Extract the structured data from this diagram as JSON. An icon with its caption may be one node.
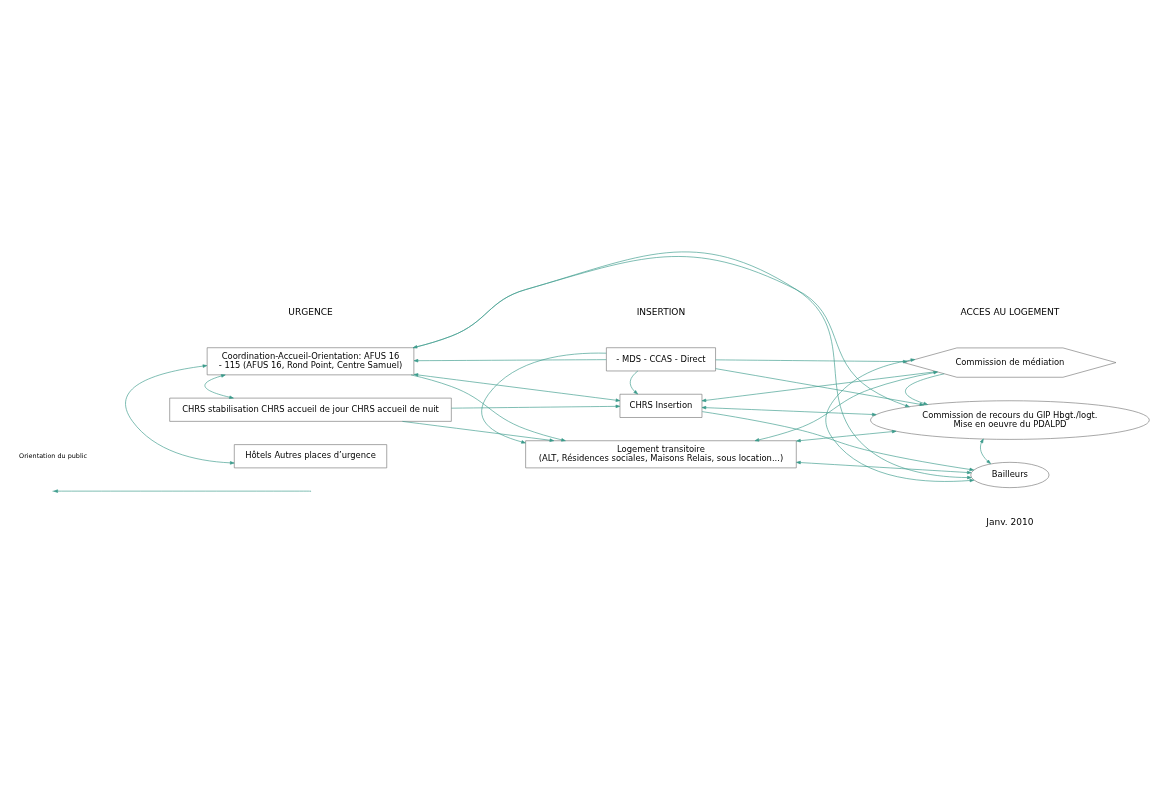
{
  "diagram": {
    "nodes": [
      {
        "text": [
          "- MDS - CCAS - Direct"
        ]
      },
      {
        "text": [
          "Coordination-Accueil-Orientation: AFUS 16",
          "- 115 (AFUS 16, Rond Point, Centre Samuel)"
        ]
      },
      {
        "text": [
          "Commission de médiation"
        ]
      },
      {
        "text": [
          "CHRS Insertion"
        ]
      },
      {
        "text": [
          "CHRS stabilisation CHRS accueil de jour CHRS accueil de nuit"
        ]
      },
      {
        "text": [
          "Logement transitoire",
          "(ALT, Résidences sociales, Maisons Relais, sous location...)"
        ]
      },
      {
        "text": [
          "Commission de recours du GIP Hbgt./logt.",
          "Mise en oeuvre du PDALPD"
        ]
      },
      {
        "text": [
          "Hôtels Autres places d’urgence"
        ]
      },
      {
        "text": [
          "Bailleurs"
        ]
      }
    ],
    "edges": [
      {
        "from": 0,
        "to": 2,
        "arrow": "to"
      },
      {
        "from": 0,
        "to": 6,
        "arrow": "to"
      },
      {
        "from": 0,
        "to": 3,
        "arrow": "to"
      },
      {
        "from": 0,
        "to": 5,
        "arrow": "to"
      },
      {
        "from": 0,
        "to": 1,
        "arrow": "to"
      },
      {
        "from": 6,
        "to": 1,
        "arrow": "both"
      },
      {
        "from": 1,
        "to": 3,
        "arrow": "both"
      },
      {
        "from": 1,
        "to": 5,
        "arrow": "to"
      },
      {
        "from": 1,
        "to": 8,
        "arrow": "to"
      },
      {
        "from": 1,
        "to": 4,
        "arrow": "both"
      },
      {
        "from": 1,
        "to": 7,
        "arrow": "both"
      },
      {
        "from": 4,
        "to": 3,
        "arrow": "to"
      },
      {
        "from": 4,
        "to": 5,
        "arrow": "to"
      },
      {
        "from": 2,
        "to": 3,
        "arrow": "to"
      },
      {
        "from": 5,
        "to": 2,
        "arrow": "both"
      },
      {
        "from": 2,
        "to": 6,
        "arrow": "to"
      },
      {
        "from": 2,
        "to": 8,
        "arrow": "both"
      },
      {
        "from": 3,
        "to": 6,
        "arrow": "both"
      },
      {
        "from": 3,
        "to": 8,
        "arrow": "to"
      },
      {
        "from": 5,
        "to": 6,
        "arrow": "both"
      },
      {
        "from": 5,
        "to": 8,
        "arrow": "both"
      },
      {
        "from": 6,
        "to": 8,
        "arrow": "both"
      }
    ],
    "labels": [
      "URGENCE",
      "INSERTION",
      "ACCES AU LOGEMENT",
      "Janv. 2010"
    ],
    "legend": [
      {
        "text": "Orientation du public"
      }
    ]
  }
}
